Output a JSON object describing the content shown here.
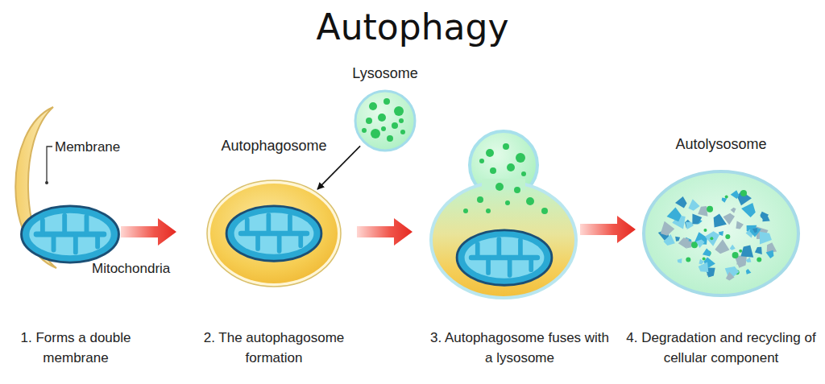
{
  "diagram": {
    "title": "Autophagy",
    "nodes": [
      {
        "text": [
          "Autophagosome"
        ]
      },
      {
        "text": [
          "Lysosome"
        ]
      },
      {
        "text": [
          "Autolysosome"
        ]
      }
    ],
    "edges": [
      {
        "from": 1,
        "to": 0,
        "arrow": "to"
      }
    ],
    "labels": [
      "Membrane",
      "Mitochondria",
      "1. Forms a double membrane",
      "2. The autophagosome formation",
      "3. Autophagosome fuses with a lysosome",
      "4. Degradation and recycling of cellular component"
    ]
  }
}
